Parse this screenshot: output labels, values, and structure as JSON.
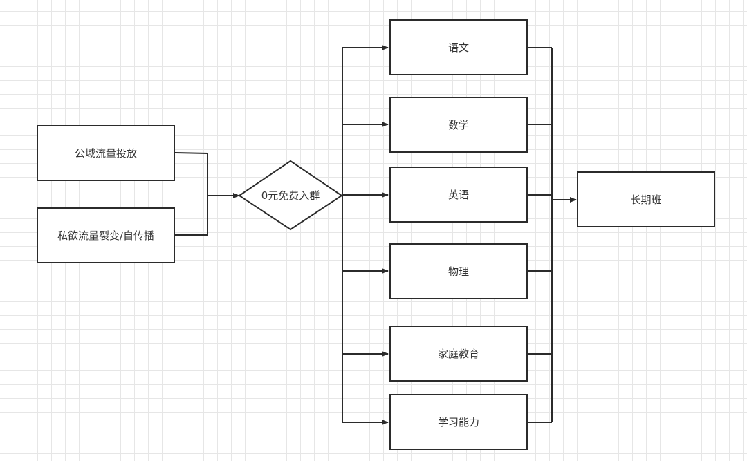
{
  "diagram": {
    "sources": [
      {
        "id": "public-traffic",
        "label": "公域流量投放"
      },
      {
        "id": "private-traffic",
        "label": "私欲流量裂变/自传播"
      }
    ],
    "hub": {
      "id": "free-group",
      "label": "0元免费入群"
    },
    "subjects": [
      {
        "id": "chinese",
        "label": "语文"
      },
      {
        "id": "math",
        "label": "数学"
      },
      {
        "id": "english",
        "label": "英语"
      },
      {
        "id": "physics",
        "label": "物理"
      },
      {
        "id": "family-education",
        "label": "家庭教育"
      },
      {
        "id": "learning-ability",
        "label": "学习能力"
      }
    ],
    "target": {
      "id": "long-term-class",
      "label": "长期班"
    }
  },
  "colors": {
    "stroke": "#2b2b2b",
    "text": "#333333",
    "grid": "#e6e6e6"
  }
}
